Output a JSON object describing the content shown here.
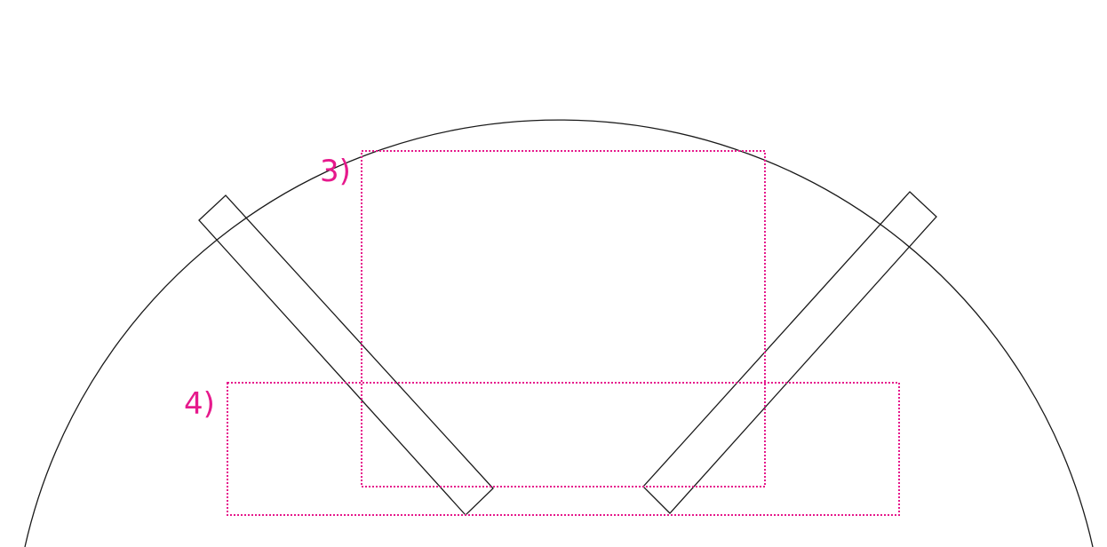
{
  "accent_color": "#e6198c",
  "outline_color": "#1a1a1a",
  "zones": [
    {
      "id": "zone-3",
      "label": "3)"
    },
    {
      "id": "zone-4",
      "label": "4)"
    }
  ]
}
